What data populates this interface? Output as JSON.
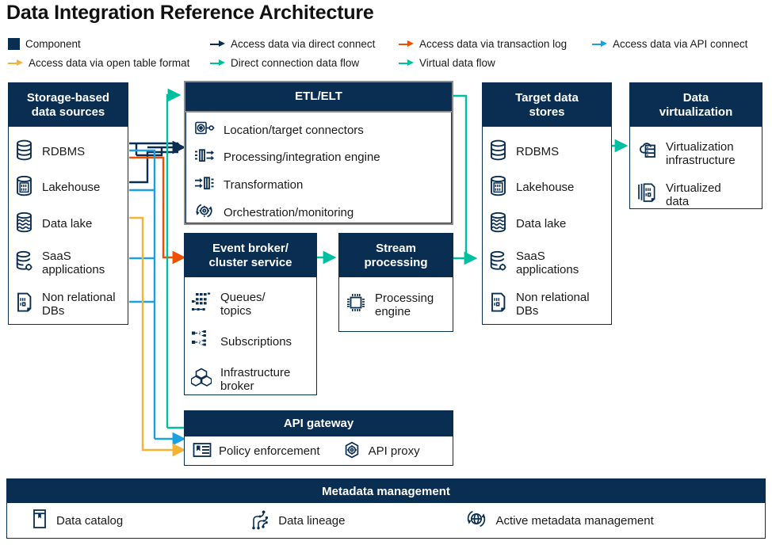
{
  "title": "Data Integration Reference Architecture",
  "colors": {
    "navy": "#0a2e52",
    "component_navy": "#0a2e52",
    "direct_connect": "#0a2e52",
    "transaction_log": "#ee5000",
    "api_connect": "#1ba1e2",
    "open_table_format": "#f5b335",
    "direct_connection_flow": "#00bfa0",
    "virtual_flow": "#00bfa0",
    "elevated_border": "#8c8c8c",
    "text": "#1a1a1a",
    "panel_bg": "#ffffff"
  },
  "legend": {
    "items": [
      {
        "label": "Component",
        "marker": "swatch",
        "icon": "component-swatch",
        "color": "#0a2e52"
      },
      {
        "label": "Access data via direct connect",
        "marker": "arrow",
        "icon": "arrow-right-icon",
        "color": "#0a2e52"
      },
      {
        "label": "Access data via transaction log",
        "marker": "arrow",
        "icon": "arrow-right-icon",
        "color": "#ee5000"
      },
      {
        "label": "Access data via API connect",
        "marker": "arrow",
        "icon": "arrow-right-icon",
        "color": "#1ba1e2"
      },
      {
        "label": "Access data via open table format",
        "marker": "arrow",
        "icon": "arrow-right-icon",
        "color": "#f5b335"
      },
      {
        "label": "Direct connection data flow",
        "marker": "arrow",
        "icon": "arrow-right-icon",
        "color": "#00bfa0"
      },
      {
        "label": "Virtual data flow",
        "marker": "arrow",
        "icon": "arrow-right-icon",
        "color": "#00bfa0"
      }
    ]
  },
  "panels": {
    "storage_sources": {
      "title": "Storage-based\ndata sources",
      "title_line1": "Storage-based",
      "title_line2": "data sources",
      "items": [
        {
          "label": "RDBMS",
          "icon": "database-icon"
        },
        {
          "label": "Lakehouse",
          "icon": "lakehouse-icon"
        },
        {
          "label": "Data lake",
          "icon": "data-lake-icon"
        },
        {
          "label": "SaaS\napplications",
          "line1": "SaaS",
          "line2": "applications",
          "icon": "database-gear-icon"
        },
        {
          "label": "Non relational\nDBs",
          "line1": "Non relational",
          "line2": "DBs",
          "icon": "document-binary-icon"
        }
      ]
    },
    "etl": {
      "title": "ETL/ELT",
      "items": [
        {
          "label": "Location/target connectors",
          "icon": "connectors-icon"
        },
        {
          "label": "Processing/integration engine",
          "icon": "processing-engine-icon"
        },
        {
          "label": "Transformation",
          "icon": "transformation-icon"
        },
        {
          "label": "Orchestration/monitoring",
          "icon": "orchestration-icon"
        }
      ]
    },
    "event_broker": {
      "title": "Event broker/\ncluster service",
      "title_line1": "Event broker/",
      "title_line2": "cluster service",
      "items": [
        {
          "label": "Queues/\ntopics",
          "line1": "Queues/",
          "line2": "topics",
          "icon": "queues-topics-icon"
        },
        {
          "label": "Subscriptions",
          "icon": "subscriptions-icon"
        },
        {
          "label": "Infrastructure\nbroker",
          "line1": "Infrastructure",
          "line2": "broker",
          "icon": "infrastructure-broker-icon"
        }
      ]
    },
    "stream_processing": {
      "title": "Stream\nprocessing",
      "title_line1": "Stream",
      "title_line2": "processing",
      "items": [
        {
          "label": "Processing\nengine",
          "line1": "Processing",
          "line2": "engine",
          "icon": "chip-icon"
        }
      ]
    },
    "api_gateway": {
      "title": "API gateway",
      "items": [
        {
          "label": "Policy enforcement",
          "icon": "policy-icon"
        },
        {
          "label": "API proxy",
          "icon": "api-proxy-icon"
        }
      ]
    },
    "target_stores": {
      "title": "Target data\nstores",
      "title_line1": "Target data",
      "title_line2": "stores",
      "items": [
        {
          "label": "RDBMS",
          "icon": "database-icon"
        },
        {
          "label": "Lakehouse",
          "icon": "lakehouse-icon"
        },
        {
          "label": "Data lake",
          "icon": "data-lake-icon"
        },
        {
          "label": "SaaS\napplications",
          "line1": "SaaS",
          "line2": "applications",
          "icon": "database-gear-icon"
        },
        {
          "label": "Non relational\nDBs",
          "line1": "Non relational",
          "line2": "DBs",
          "icon": "document-binary-icon"
        }
      ]
    },
    "data_virtualization": {
      "title": "Data\nvirtualization",
      "title_line1": "Data",
      "title_line2": "virtualization",
      "items": [
        {
          "label": "Virtualization\ninfrastructure",
          "line1": "Virtualization",
          "line2": "infrastructure",
          "icon": "cloud-server-icon"
        },
        {
          "label": "Virtualized\ndata",
          "line1": "Virtualized",
          "line2": "data",
          "icon": "virtual-data-icon"
        }
      ]
    },
    "metadata_management": {
      "title": "Metadata management",
      "items": [
        {
          "label": "Data catalog",
          "icon": "catalog-icon"
        },
        {
          "label": "Data lineage",
          "icon": "lineage-icon"
        },
        {
          "label": "Active metadata management",
          "icon": "active-metadata-icon"
        }
      ]
    }
  }
}
